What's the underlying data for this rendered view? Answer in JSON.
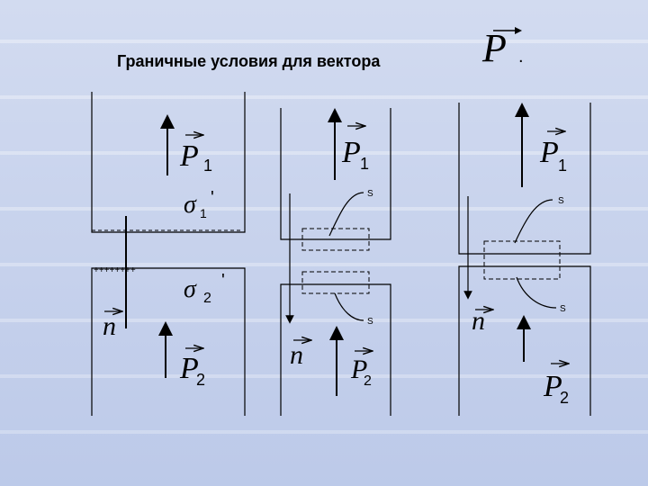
{
  "title": {
    "text": "Граничные условия для вектора",
    "symbol": "P",
    "trailing": "."
  },
  "panel1": {
    "p1": "P",
    "p1_sub": "1",
    "sigma1": "σ",
    "sigma1_sub": "1",
    "sigma1_prime": "'",
    "sigma2": "σ",
    "sigma2_sub": "2",
    "sigma2_prime": "'",
    "n": "n",
    "p2": "P",
    "p2_sub": "2",
    "charges": "++++++++"
  },
  "panel2": {
    "p1": "P",
    "p1_sub": "1",
    "s_top": "S",
    "s_bottom": "S",
    "n": "n",
    "p2": "P",
    "p2_sub": "2"
  },
  "panel3": {
    "p1": "P",
    "p1_sub": "1",
    "s_top": "S",
    "s_bottom": "S",
    "n": "n",
    "p2": "P",
    "p2_sub": "2"
  }
}
